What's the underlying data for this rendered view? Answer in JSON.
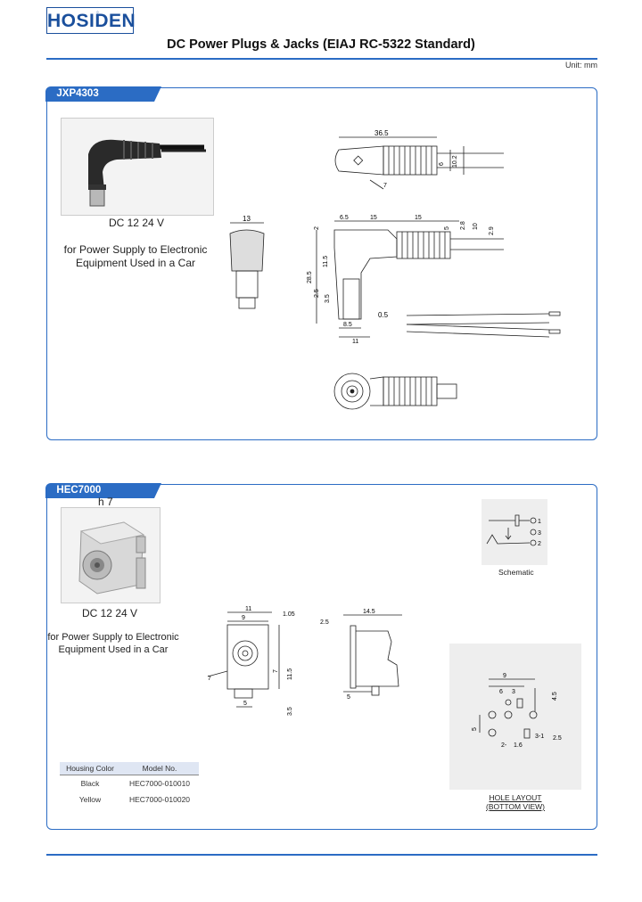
{
  "header": {
    "logo": "HOSIDEN",
    "title": "DC Power Plugs & Jacks (EIAJ RC-5322 Standard)",
    "unit": "Unit: mm"
  },
  "jxp": {
    "tab": "JXP4303",
    "rating": "DC 12   24 V",
    "desc_line1": "for Power Supply to Electronic",
    "desc_line2": "Equipment Used in a Car",
    "dims": {
      "d36_5": "36.5",
      "d6": "6",
      "d10_2": "10.2",
      "d7": "7",
      "d13": "13",
      "d6_5": "6.5",
      "d15a": "15",
      "d15b": "15",
      "d2": "2",
      "d5": "5",
      "d2_8": "2.8",
      "d10": "10",
      "d2_9": "2.9",
      "d11_5": "11.5",
      "d28_5": "28.5",
      "d2_5": "2.5",
      "d3_5": "3.5",
      "d8_5": "8.5",
      "d11": "11",
      "d0_5": "0.5"
    }
  },
  "hec": {
    "tab": "HEC7000",
    "photo_label": "h  7",
    "rating": "DC 12   24 V",
    "desc_line1": "for Power Supply to Electronic",
    "desc_line2": "Equipment Used in a Car",
    "schematic_label": "Schematic",
    "schematic_pins": [
      "1",
      "3",
      "2"
    ],
    "dims": {
      "d11": "11",
      "d9": "9",
      "d1_05": "1.05",
      "d7a": "7",
      "d7b": "7",
      "d11_5": "11.5",
      "d5a": "5",
      "d3_5": "3.5",
      "d2_5": "2.5",
      "d14_5": "14.5",
      "d5b": "5"
    },
    "hole_layout": {
      "dims": {
        "d9": "9",
        "d6": "6",
        "d3": "3",
        "d4_5": "4.5",
        "d5": "5",
        "d3_1": "3-1",
        "d2": "2-",
        "d1_6": "1.6",
        "d2_5": "2.5"
      },
      "title": "HOLE LAYOUT",
      "subtitle": "(BOTTOM VIEW)"
    },
    "table": {
      "headers": [
        "Housing Color",
        "Model No."
      ],
      "rows": [
        [
          "Black",
          "HEC7000-010010"
        ],
        [
          "Yellow",
          "HEC7000-010020"
        ]
      ]
    }
  }
}
